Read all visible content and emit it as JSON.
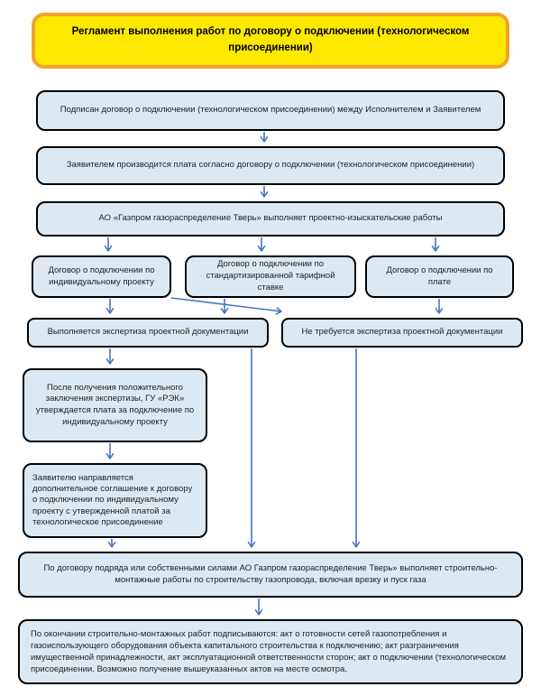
{
  "title": "Регламент выполнения работ по договору о подключении (технологическом присоединении)",
  "flowchart": {
    "step_signed": "Подписан договор о подключении (технологическом присоединении) между Исполнителем и Заявителем",
    "step_payment": "Заявителем производится плата согласно договору о подключении (технологическом присоединении)",
    "step_survey": "АО «Газпром газораспределение Тверь» выполняет проектно-изыскательские работы",
    "branch_individual": "Договор о подключении по индивидуальному проекту",
    "branch_standard": "Договор о подключении по стандартизированной тарифной ставке",
    "branch_fee": "Договор о подключении по плате",
    "expertise_yes": "Выполняется экспертиза проектной документации",
    "expertise_no": "Не требуется экспертиза проектной документации",
    "rek_approval": "После получения положительного заключения экспертизы, ГУ «РЭК» утверждается плата за подключение по индивидуальному проекту",
    "supplement": "Заявителю направляется дополнительное соглашение к договору о подключении по индивидуальному проекту с утвержденной платой за технологическое присоединение",
    "construction": "По договору подряда или собственными силами АО Газпром газораспределение Тверь» выполняет строительно-монтажные работы по строительству газопровода, включая врезку и пуск газа",
    "acts": "По окончании строительно-монтажных работ подписываются: акт о готовности сетей газопотребления и газоиспользующего оборудования объекта капитального строительства к подключению; акт разграничения имущественной принадлежности, акт эксплуатационной ответственности сторон; акт о подключении (технологическом присоединении. Возможно получение вышеуказанных актов на месте осмотра."
  },
  "colors": {
    "title_fill": "#FFE800",
    "title_border": "#EFA32E",
    "node_fill": "#DDE9F2",
    "node_border": "#000000",
    "arrow_color": "#4472C4",
    "text_color": "#1F1F1F",
    "page_bg": "#FFFFFF"
  }
}
